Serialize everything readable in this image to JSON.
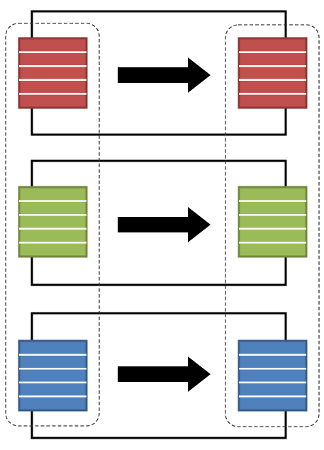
{
  "diagram": {
    "background": "#ffffff",
    "line_color": "#000000",
    "dashed_color": "#333333",
    "rows": [
      {
        "color_name": "red",
        "fill": "#c0504d",
        "stroke": "#8c3836",
        "stripes": 5
      },
      {
        "color_name": "green",
        "fill": "#9bbb59",
        "stroke": "#71893f",
        "stripes": 5
      },
      {
        "color_name": "blue",
        "fill": "#4f81bd",
        "stroke": "#385d8a",
        "stripes": 5
      }
    ],
    "arrow": {
      "icon": "right-arrow-icon",
      "color": "#000000"
    }
  }
}
